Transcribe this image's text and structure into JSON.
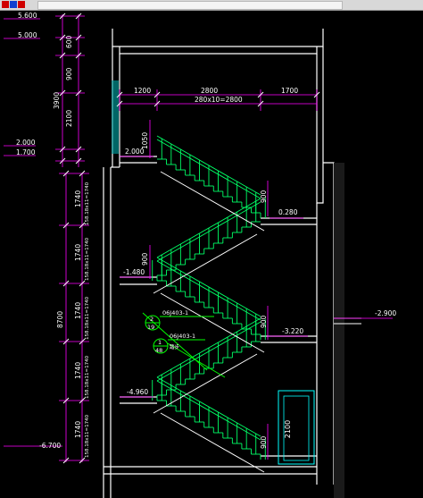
{
  "app": {
    "window": "CAD drawing viewer"
  },
  "colors": {
    "background": "#000000",
    "wall": "#ffffff",
    "stair": "#00ff66",
    "dimension": "#ff00ff",
    "dim_text": "#ffffff",
    "callout": "#00ff00",
    "door": "#00ffff"
  },
  "elevations": {
    "e5600": "5.600",
    "e5000": "5.000",
    "e2000a": "2.000",
    "e1700": "1.700",
    "e2000b": "2.000",
    "e0280": "0.280",
    "m1480": "-1.480",
    "m3220": "-3.220",
    "m2900": "-2.900",
    "m4960": "-4.960",
    "m6700": "-6.700"
  },
  "dims_top_left": {
    "d600": "600",
    "d900": "900",
    "d3900": "3900",
    "d2100": "2100"
  },
  "dims_left": {
    "d8700": "8700",
    "d1740a": "1740",
    "d1740b": "1740",
    "d1740c": "1740",
    "d1740d": "1740",
    "d1740e": "1740",
    "s1": "158.18x11=1740",
    "s2": "158.18x11=1740",
    "s3": "158.18x11=1740",
    "s4": "158.18x11=1740",
    "s5": "158.18x11=1740"
  },
  "dims_top": {
    "d1200": "1200",
    "d2800": "2800",
    "d1700": "1700",
    "sub": "280x10=2800"
  },
  "dims_rails": {
    "r1050": "1050",
    "r900a": "900",
    "r900b": "900",
    "r900c": "900",
    "r900d": "900"
  },
  "door": {
    "height": "2100"
  },
  "callouts": {
    "c1_num": "2",
    "c1_sheet": "19",
    "c1_ref": "06J403-1",
    "c2_num": "1",
    "c2_sheet": "48",
    "c2_ref": "06J403-1",
    "c2_sub": "踏步"
  }
}
